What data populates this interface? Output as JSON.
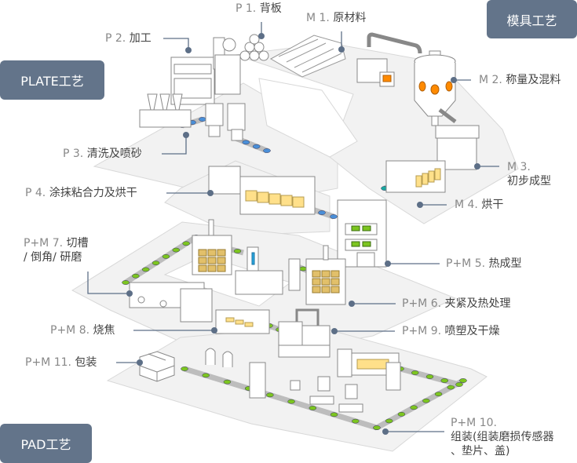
{
  "badges": {
    "plate": "PLATE工艺",
    "mold": "模具工艺",
    "pad": "PAD工艺"
  },
  "steps": [
    {
      "id": "P1",
      "num": "P 1.",
      "name": "背板"
    },
    {
      "id": "P2",
      "num": "P 2.",
      "name": "加工"
    },
    {
      "id": "P3",
      "num": "P 3.",
      "name": "清洗及喷砂"
    },
    {
      "id": "P4",
      "num": "P 4.",
      "name": "涂抹粘合力及烘干"
    },
    {
      "id": "M1",
      "num": "M 1.",
      "name": "原材料"
    },
    {
      "id": "M2",
      "num": "M 2.",
      "name": "称量及混料"
    },
    {
      "id": "M3",
      "num": "M 3.",
      "name": "初步成型"
    },
    {
      "id": "M4",
      "num": "M 4.",
      "name": "烘干"
    },
    {
      "id": "PM5",
      "num": "P+M 5.",
      "name": "热成型"
    },
    {
      "id": "PM6",
      "num": "P+M 6.",
      "name": "夹紧及热处理"
    },
    {
      "id": "PM7",
      "num": "P+M 7.",
      "name": "切槽",
      "name2": "/ 倒角/ 研磨"
    },
    {
      "id": "PM8",
      "num": "P+M 8.",
      "name": "烧焦"
    },
    {
      "id": "PM9",
      "num": "P+M 9.",
      "name": "喷塑及干燥"
    },
    {
      "id": "PM10",
      "num": "P+M 10.",
      "name": "组装(组装磨损传感器",
      "name2": "、垫片、盖)"
    },
    {
      "id": "PM11",
      "num": "P+M 11.",
      "name": "包装"
    }
  ],
  "colors": {
    "badge": "#63748a",
    "callout": "#5d6f87",
    "platform": "#f2f2f2",
    "platform_edge": "#d4d4d4",
    "part_plate": "#4a8fd8",
    "part_mold": "#19a8a0",
    "part_pad": "#7cc520",
    "window_yellow": "#ffe08a",
    "window_gold": "#e2c06a",
    "orange": "#ff8a00"
  }
}
